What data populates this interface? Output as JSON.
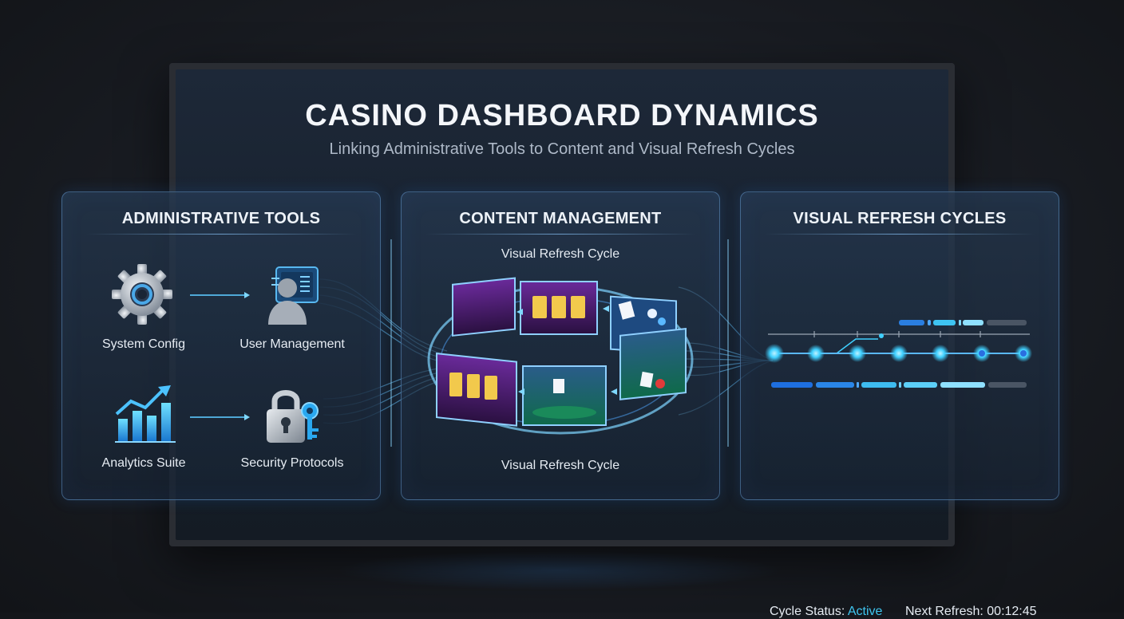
{
  "title": "CASINO DASHBOARD DYNAMICS",
  "subtitle": "Linking Administrative Tools to Content and Visual Refresh Cycles",
  "colors": {
    "accent": "#3fc6f0",
    "node": "#4fd8ff",
    "panel_border": "#6eaae6"
  },
  "admin_panel": {
    "title": "ADMINISTRATIVE TOOLS",
    "tools": [
      {
        "label": "System Config",
        "icon": "gear-icon"
      },
      {
        "label": "User Management",
        "icon": "user-profile-icon"
      },
      {
        "label": "Analytics Suite",
        "icon": "bar-chart-icon"
      },
      {
        "label": "Security Protocols",
        "icon": "padlock-key-icon"
      }
    ]
  },
  "content_panel": {
    "title": "CONTENT MANAGEMENT",
    "top_label": "Visual Refresh Cycle",
    "bottom_label": "Visual Refresh Cycle",
    "icon": "casino-game-carousel-icon"
  },
  "refresh_panel": {
    "title": "VISUAL REFRESH CYCLES",
    "status_label": "Cycle Status:",
    "status_value": "Active",
    "next_label": "Next Refresh:",
    "next_value": "00:12:45"
  }
}
